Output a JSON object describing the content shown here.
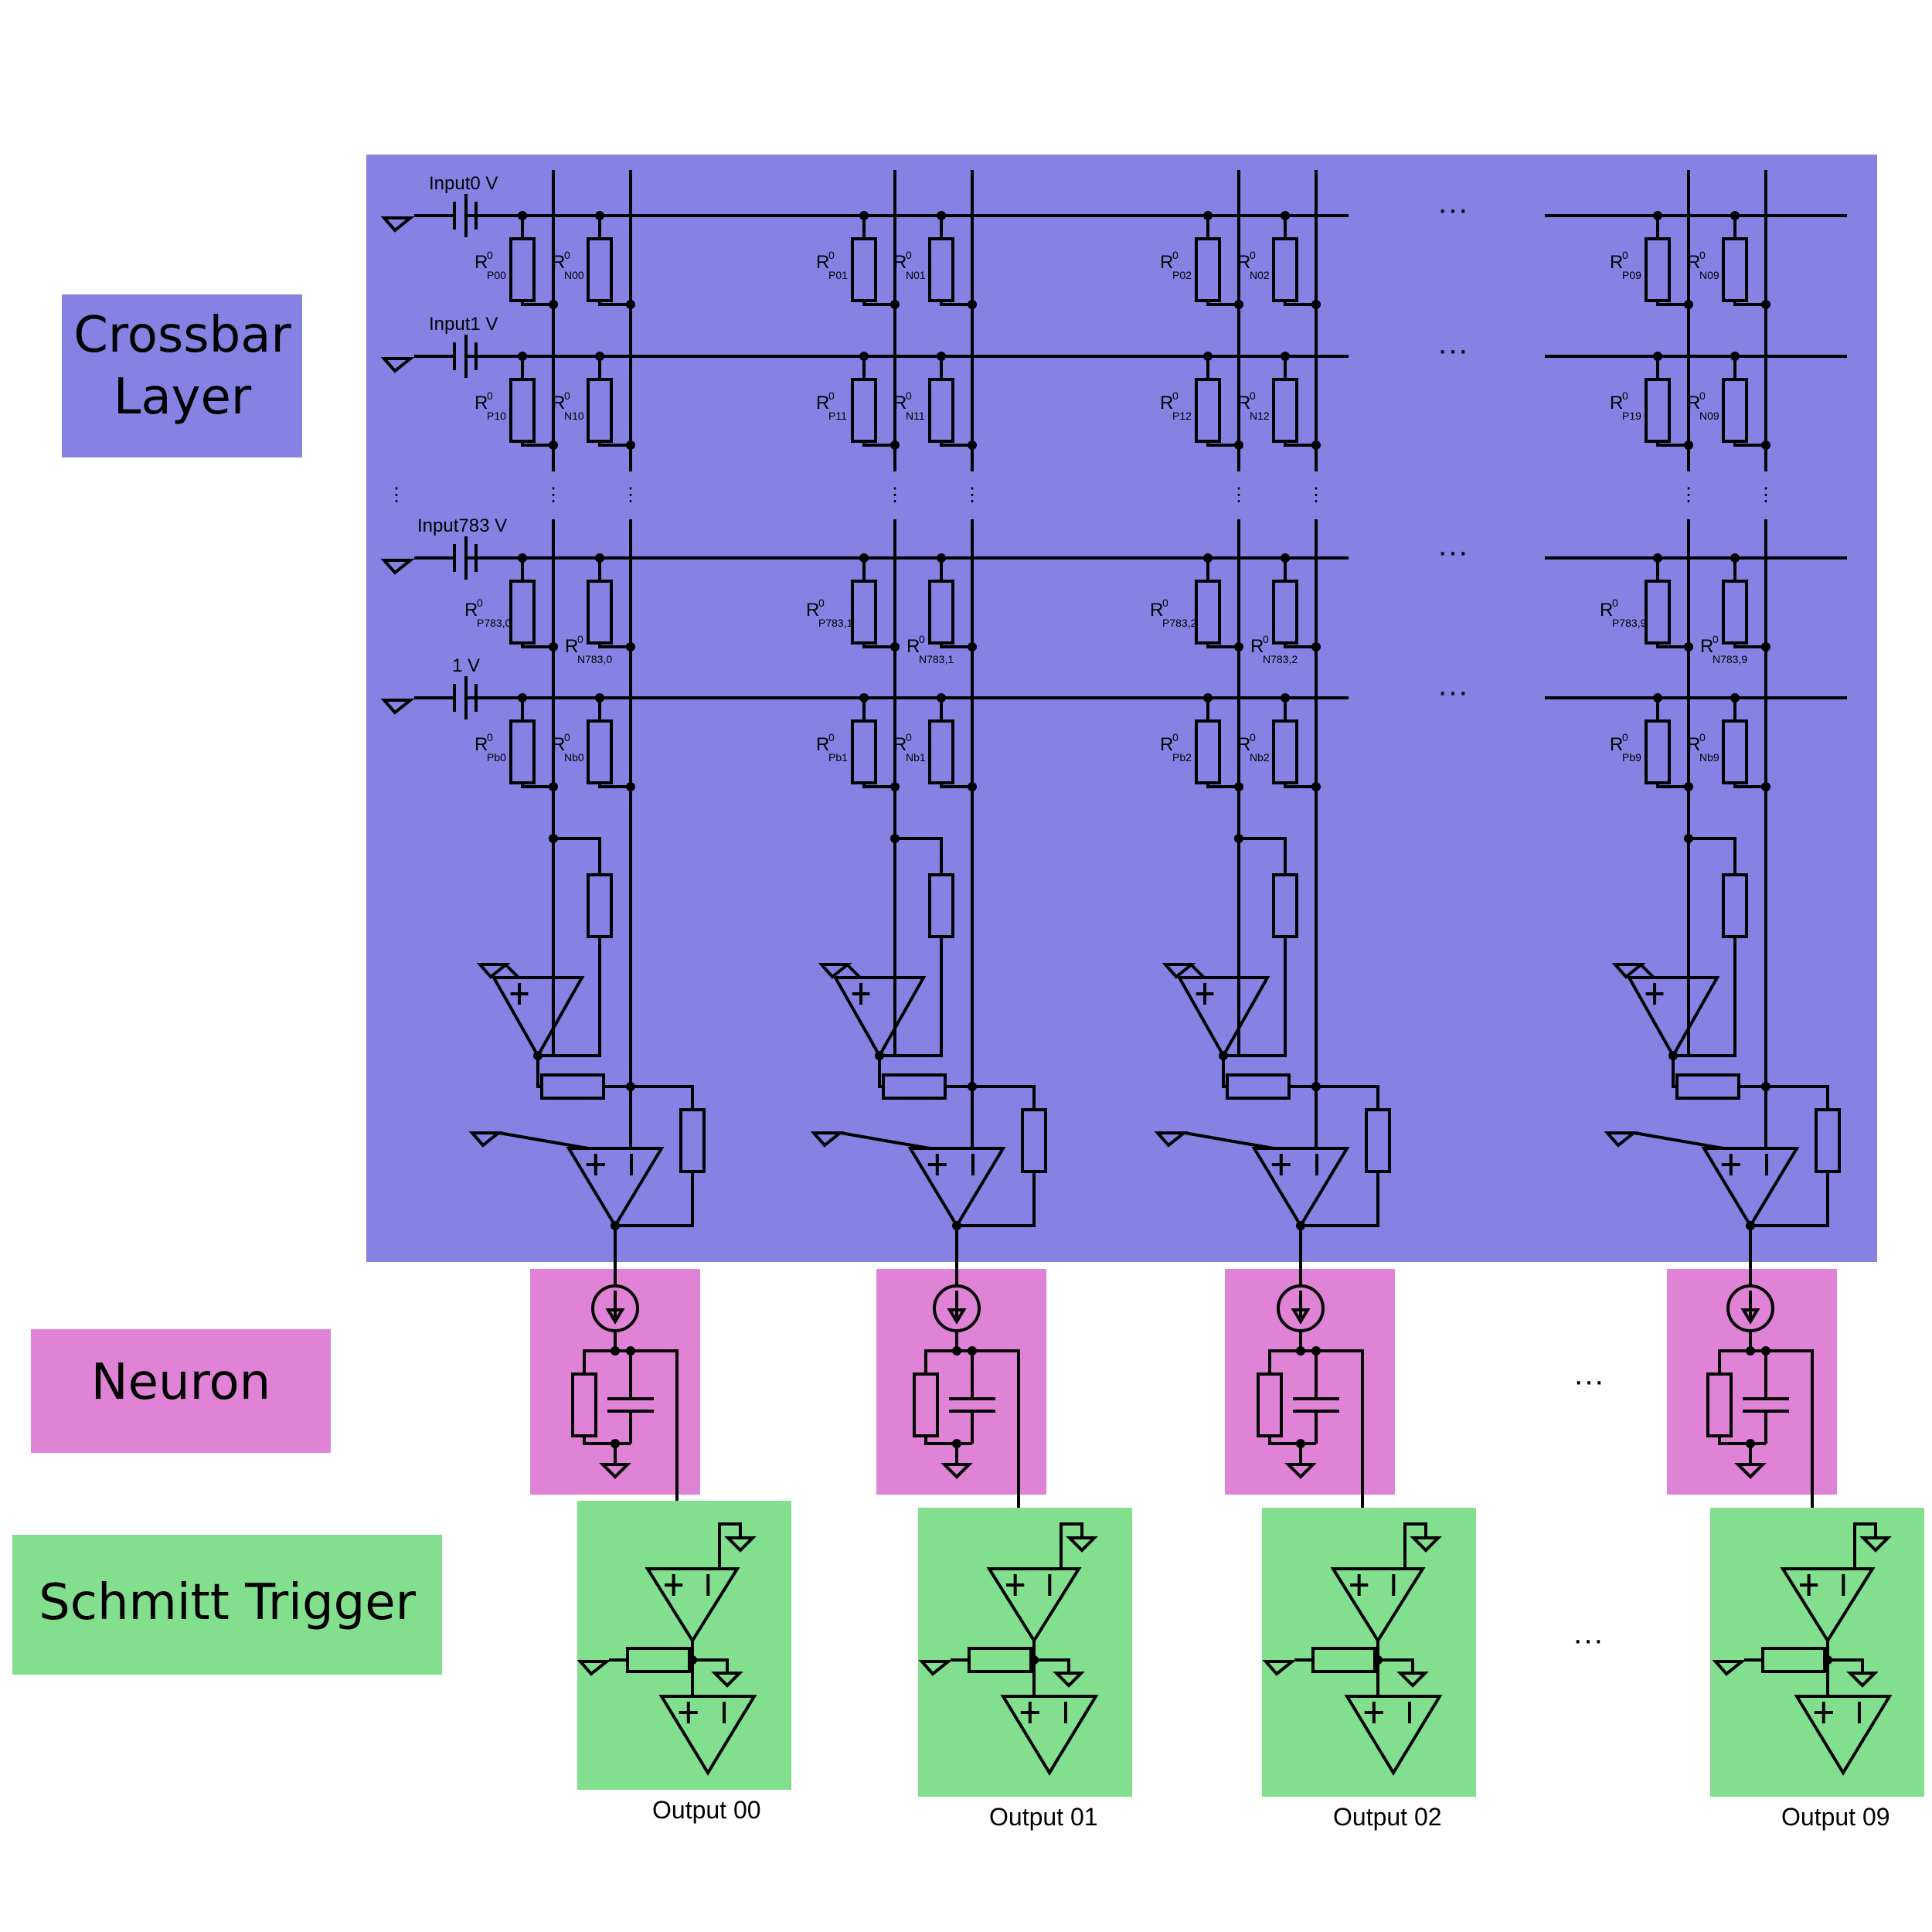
{
  "colors": {
    "crossbar": "#8582e4",
    "neuron": "#e083d7",
    "schmitt": "#82df8e",
    "wire": "#000000"
  },
  "legend": {
    "crossbar": [
      "Crossbar",
      "Layer"
    ],
    "neuron": "Neuron",
    "schmitt": "Schmitt Trigger"
  },
  "ellipsis": "···",
  "vellipsis": "⋮",
  "rows": [
    {
      "source": "Input0 V",
      "labels": [
        [
          "P00",
          "N00"
        ],
        [
          "P01",
          "N01"
        ],
        [
          "P02",
          "N02"
        ],
        [
          "P09",
          "N09"
        ]
      ]
    },
    {
      "source": "Input1 V",
      "labels": [
        [
          "P10",
          "N10"
        ],
        [
          "P11",
          "N11"
        ],
        [
          "P12",
          "N12"
        ],
        [
          "P19",
          "N09"
        ]
      ]
    },
    {
      "source": "Input783 V",
      "labels": [
        [
          "P783,0",
          "N783,0"
        ],
        [
          "P783,1",
          "N783,1"
        ],
        [
          "P783,2",
          "N783,2"
        ],
        [
          "P783,9",
          "N783,9"
        ]
      ]
    },
    {
      "source": "1 V",
      "labels": [
        [
          "Pb0",
          "Nb0"
        ],
        [
          "Pb1",
          "Nb1"
        ],
        [
          "Pb2",
          "Nb2"
        ],
        [
          "Pb9",
          "Nb9"
        ]
      ]
    }
  ],
  "resistor_symbol": "R",
  "resistor_superscript": "0",
  "outputs": [
    "Output 00",
    "Output 01",
    "Output 02",
    "Output 09"
  ]
}
